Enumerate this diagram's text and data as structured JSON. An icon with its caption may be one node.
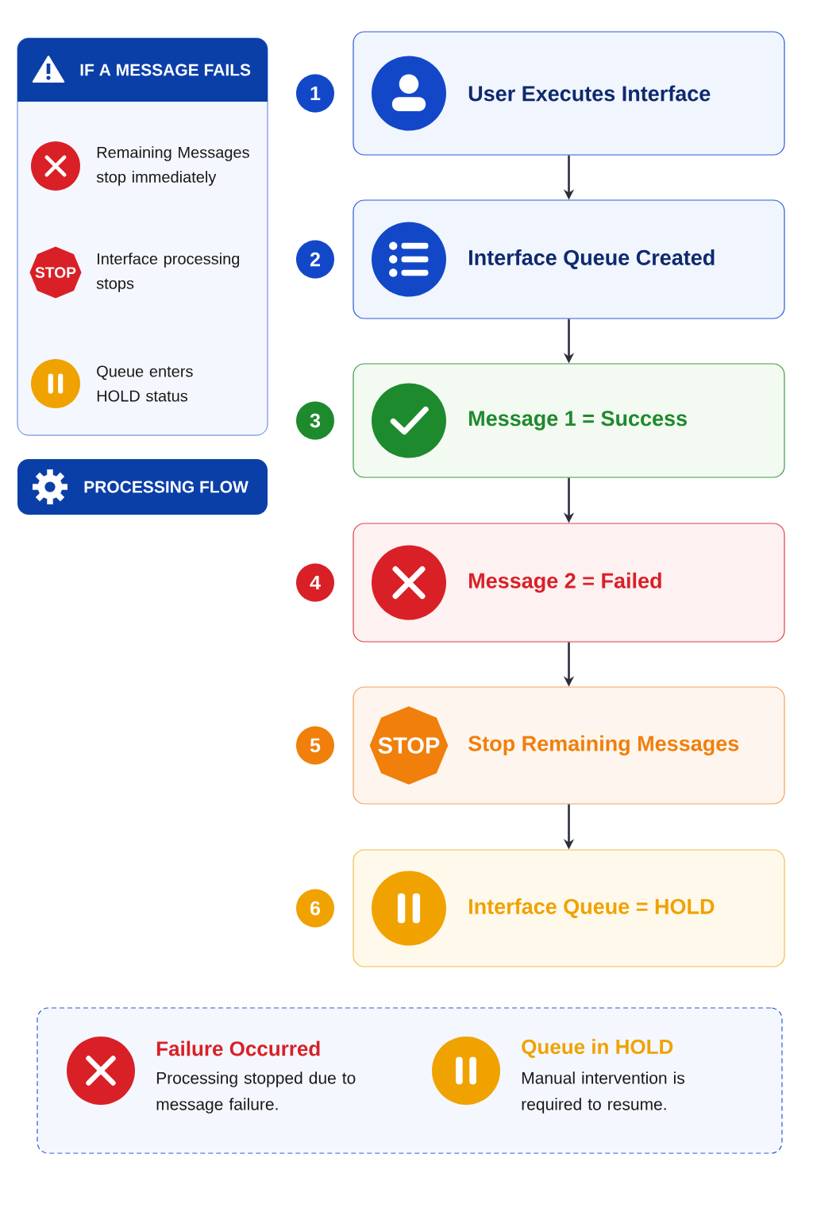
{
  "diagram": {
    "nodes": [
      {
        "text": [],
        "shape": "box"
      },
      {
        "text": [
          "IF A MESSAGE FAILS"
        ],
        "in": 0
      },
      {
        "text": [
          "Remaining Messages stop immediately"
        ],
        "in": 0
      },
      {
        "text": [
          "STOP",
          "Interface processing stops"
        ],
        "in": 0
      },
      {
        "text": [
          "Queue enters HOLD status"
        ],
        "in": 0
      },
      {
        "text": [
          "PROCESSING FLOW"
        ]
      },
      {
        "text": [
          "User Executes Interface"
        ],
        "beside": [
          "1"
        ]
      },
      {
        "text": [
          "Interface Queue Created"
        ],
        "beside": [
          "2"
        ]
      },
      {
        "text": [
          "Message 1 = Success"
        ],
        "beside": [
          "3"
        ]
      },
      {
        "text": [
          "Message 2 = Failed"
        ],
        "beside": [
          "4"
        ]
      },
      {
        "text": [
          "STOP",
          "Stop Remaining Messages"
        ],
        "beside": [
          "5"
        ]
      },
      {
        "text": [
          "Interface Queue = HOLD"
        ],
        "beside": [
          "6"
        ]
      },
      {
        "text": [],
        "shape": "box"
      },
      {
        "text": [
          "Failure Occurred",
          "Processing stopped due to message failure."
        ],
        "in": 12
      },
      {
        "text": [
          "Queue in HOLD",
          "Manual intervention is required to resume."
        ],
        "in": 12
      }
    ],
    "edges": [
      {
        "from": 6,
        "to": 7,
        "arrow": "to"
      },
      {
        "from": 7,
        "to": 8,
        "arrow": "to"
      },
      {
        "from": 8,
        "to": 9,
        "arrow": "to"
      },
      {
        "from": 9,
        "to": 10,
        "arrow": "to"
      },
      {
        "from": 10,
        "to": 11,
        "arrow": "to"
      }
    ]
  }
}
